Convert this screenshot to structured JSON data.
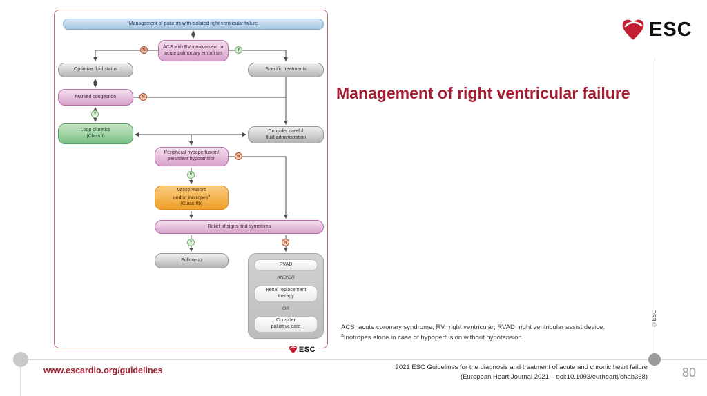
{
  "title": "Management of right ventricular failure",
  "header": {
    "esc_logo_text": "ESC"
  },
  "flowchart": {
    "banner": "Management of patients with isolated right ventricular failure",
    "yes_label": "Y",
    "no_label": "N",
    "chart_logo_text": "ESC",
    "nodes": {
      "acs": {
        "line1": "ACS with RV involvement or",
        "line2": "acute pulmonary embolism"
      },
      "optimize": {
        "label": "Optimize fluid status"
      },
      "specific": {
        "label": "Specific treatments"
      },
      "marked": {
        "label": "Marked congestion"
      },
      "loop": {
        "line1": "Loop diuretics",
        "line2": "(Class I)"
      },
      "consider_fluid": {
        "line1": "Consider careful",
        "line2": "fluid administration"
      },
      "peripheral": {
        "line1": "Peripheral hypoperfusion/",
        "line2": "persistent hypotension"
      },
      "vasopressors": {
        "line1": "Vasopressors",
        "line2": "and/or inotropes",
        "line2_sup": "a",
        "line3": "(Class IIb)"
      },
      "relief": {
        "label": "Relief of signs and symptoms"
      },
      "followup": {
        "label": "Follow-up"
      },
      "device_group": {
        "rvad": "RVAD",
        "and_or": "AND/OR",
        "renal_line1": "Renal replacement",
        "renal_line2": "therapy",
        "or": "OR",
        "palliative_line1": "Consider",
        "palliative_line2": "palliative care"
      }
    }
  },
  "footnote": {
    "line1": "ACS=acute coronary syndrome; RV=right ventricular; RVAD=right ventricular assist device.",
    "line2_sup": "a",
    "line2": "Inotropes alone in case of hypoperfusion without hypotension."
  },
  "footer": {
    "website": "www.escardio.org/guidelines",
    "citation_line1": "2021 ESC Guidelines for the diagnosis and treatment of acute and chronic heart failure",
    "citation_line2": "(European Heart Journal 2021 – doi:10.1093/eurheartj/ehab368)",
    "page_number": "80",
    "copyright": "©ESC"
  },
  "colors": {
    "accent_red": "#a51c30",
    "chart_border": "#b4736f",
    "banner_blue": "#a5c5e3",
    "pink": "#d8a2ca",
    "green": "#77c083",
    "orange": "#efa028",
    "gray": "#b3b3b3"
  }
}
